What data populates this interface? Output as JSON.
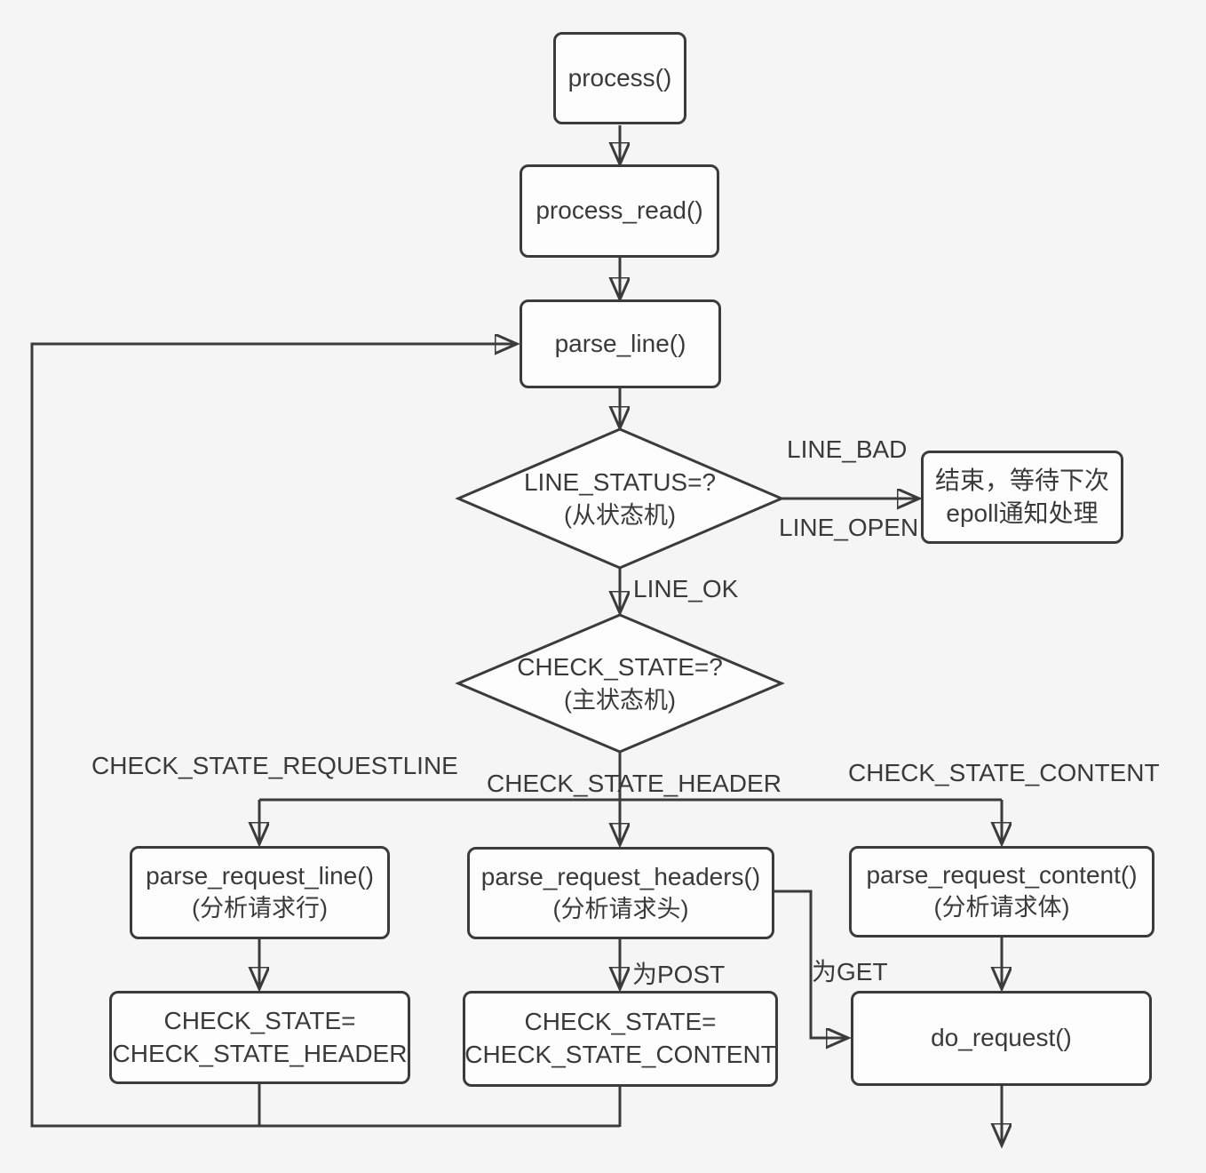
{
  "colors": {
    "background": "#f5f5f6",
    "line": "#3b3b3b",
    "node_fill": "#fdfdfe",
    "text": "#3a3a3a"
  },
  "nodes": {
    "process": {
      "label": "process()"
    },
    "process_read": {
      "label": "process_read()"
    },
    "parse_line": {
      "label": "parse_line()"
    },
    "line_status_decision": {
      "label": "LINE_STATUS=?",
      "sublabel": "(从状态机)"
    },
    "end_wait": {
      "line1": "结束，等待下次",
      "line2": "epoll通知处理"
    },
    "check_state_decision": {
      "label": "CHECK_STATE=?",
      "sublabel": "(主状态机)"
    },
    "parse_request_line": {
      "label": "parse_request_line()",
      "sublabel": "(分析请求行)"
    },
    "parse_request_headers": {
      "label": "parse_request_headers()",
      "sublabel": "(分析请求头)"
    },
    "parse_request_content": {
      "label": "parse_request_content()",
      "sublabel": "(分析请求体)"
    },
    "set_state_header": {
      "line1": "CHECK_STATE=",
      "line2": "CHECK_STATE_HEADER"
    },
    "set_state_content": {
      "line1": "CHECK_STATE=",
      "line2": "CHECK_STATE_CONTENT"
    },
    "do_request": {
      "label": "do_request()"
    }
  },
  "edge_labels": {
    "line_bad": "LINE_BAD",
    "line_open": "LINE_OPEN",
    "line_ok": "LINE_OK",
    "check_state_requestline": "CHECK_STATE_REQUESTLINE",
    "check_state_header": "CHECK_STATE_HEADER",
    "check_state_content": "CHECK_STATE_CONTENT",
    "is_post": "为POST",
    "is_get": "为GET"
  }
}
